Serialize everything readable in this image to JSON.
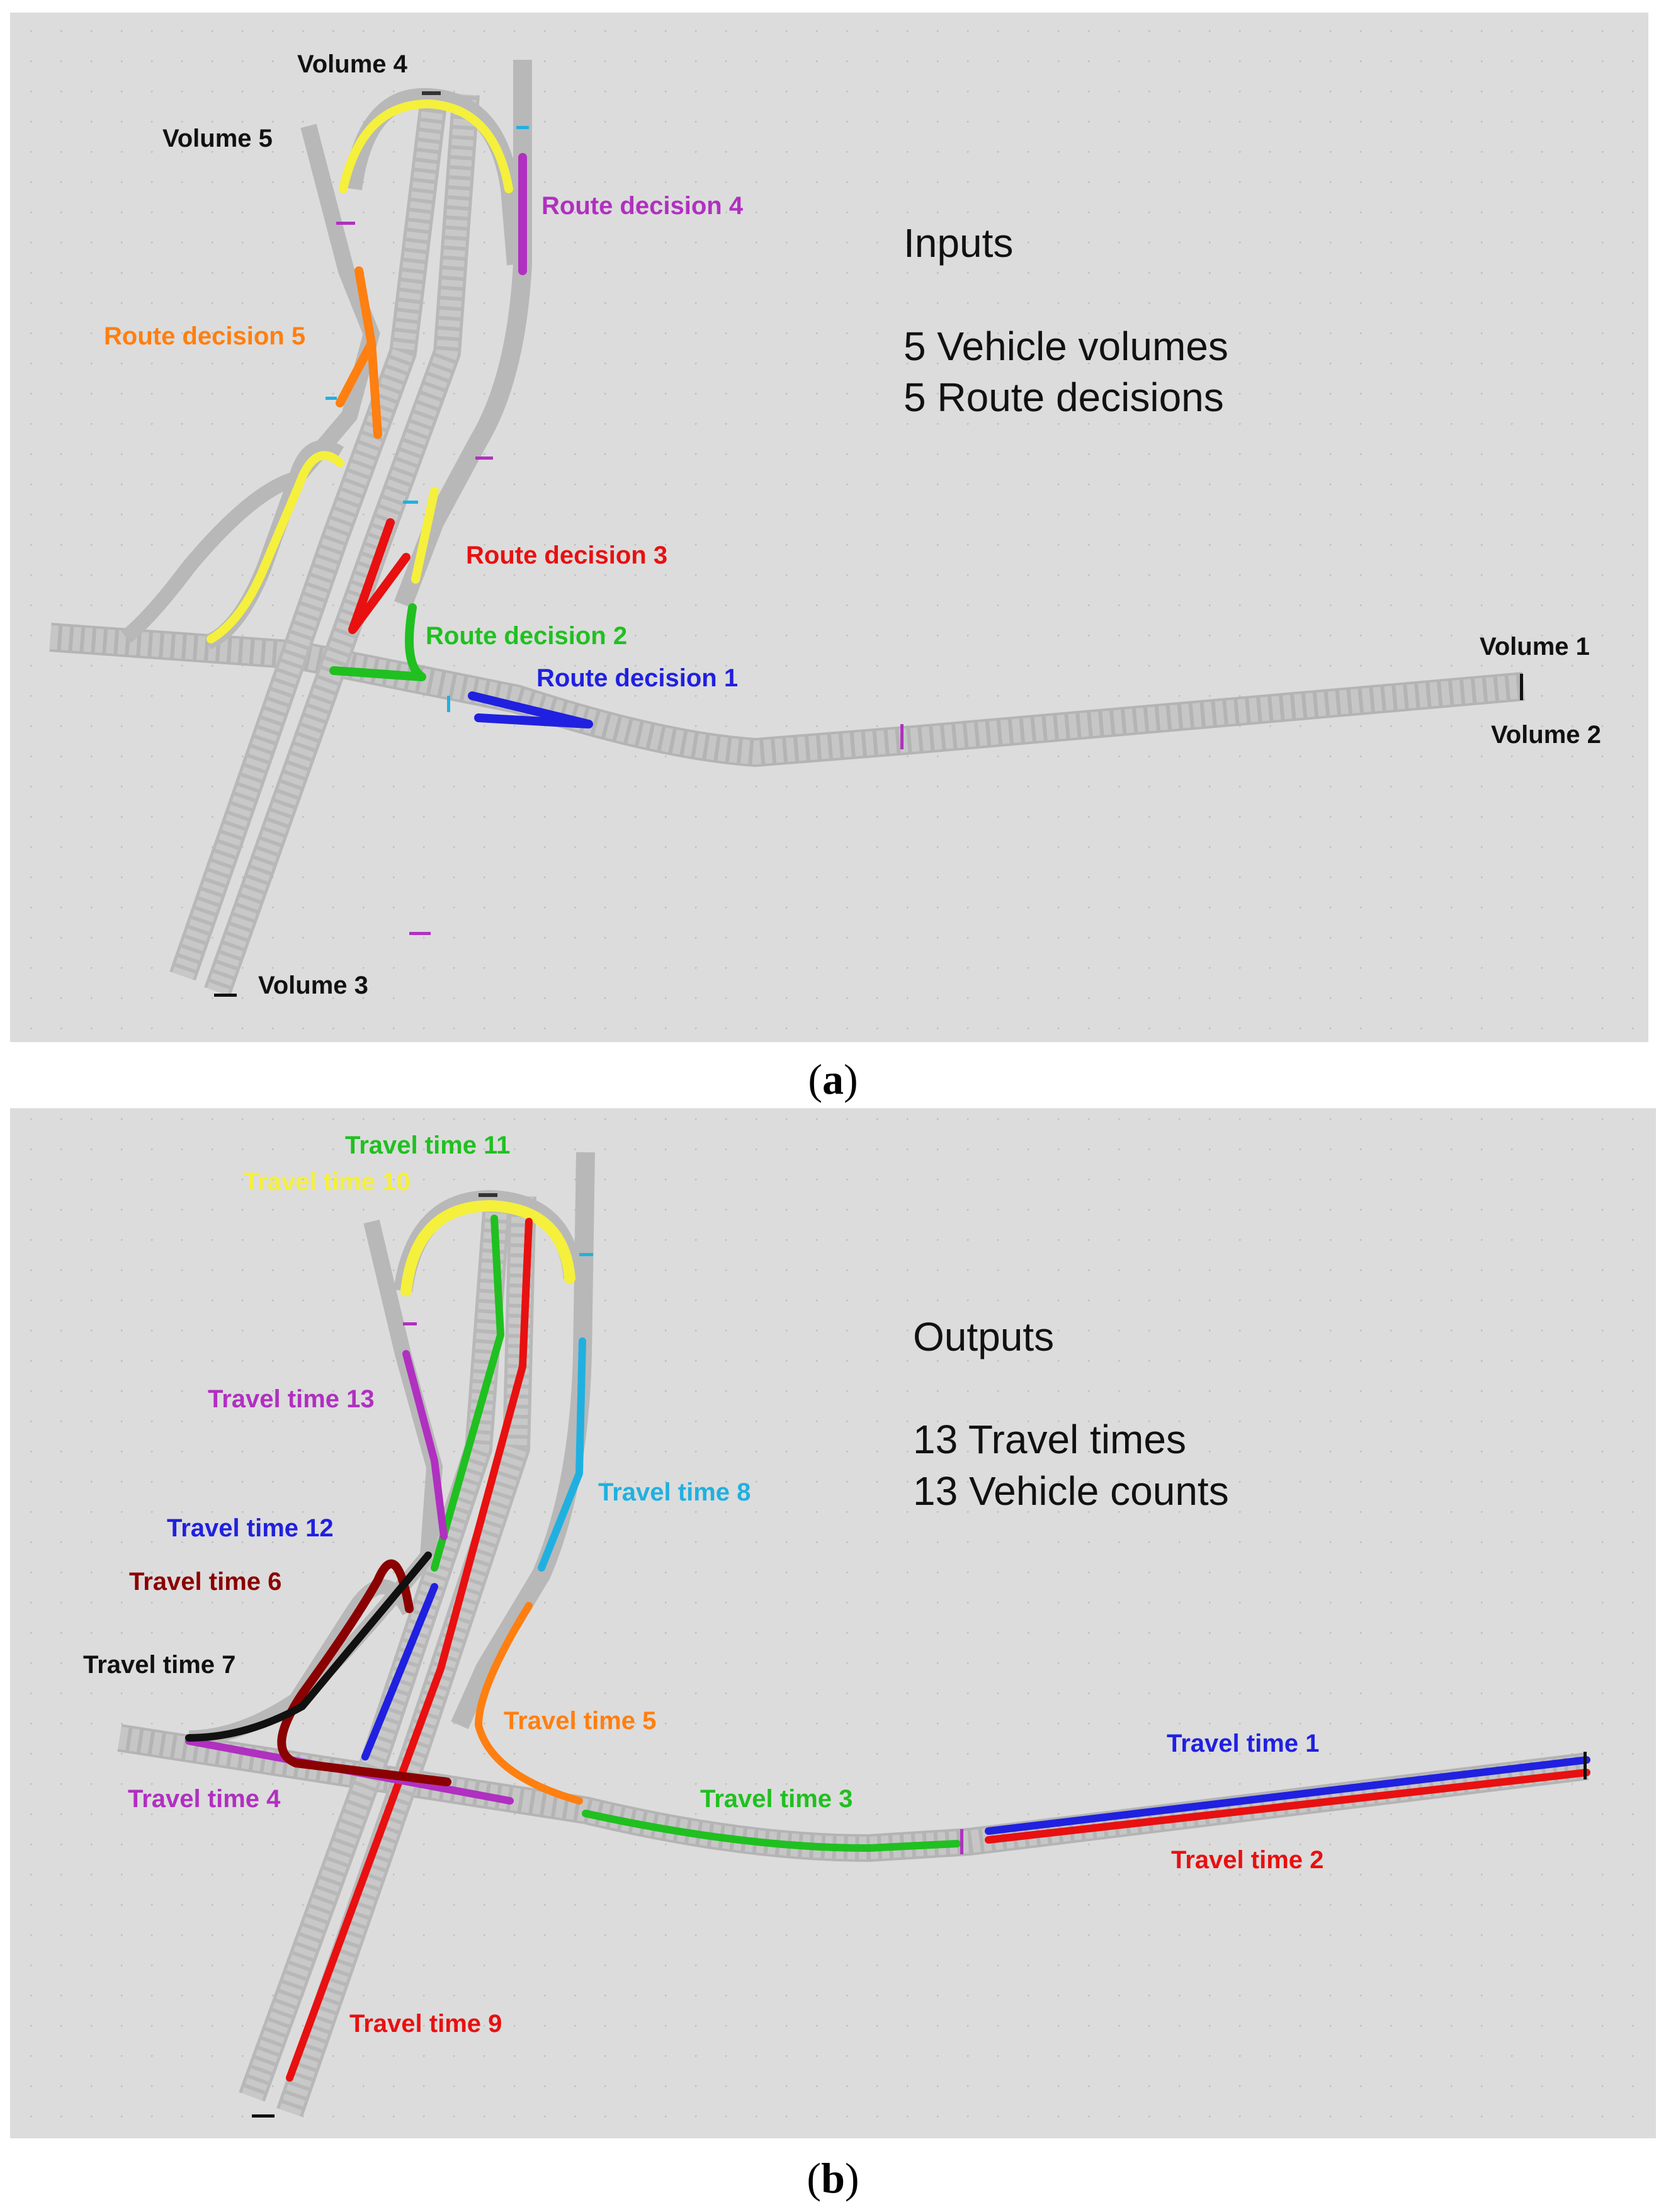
{
  "panel_a": {
    "caption_letter": "a",
    "heading": "Inputs",
    "summary_lines": [
      "5 Vehicle volumes",
      "5 Route decisions"
    ],
    "labels": {
      "volume_1": "Volume 1",
      "volume_2": "Volume 2",
      "volume_3": "Volume 3",
      "volume_4": "Volume 4",
      "volume_5": "Volume 5",
      "route_decision_1": "Route decision 1",
      "route_decision_2": "Route decision 2",
      "route_decision_3": "Route decision 3",
      "route_decision_4": "Route decision 4",
      "route_decision_5": "Route decision 5"
    }
  },
  "panel_b": {
    "caption_letter": "b",
    "heading": "Outputs",
    "summary_lines": [
      "13 Travel times",
      "13 Vehicle counts"
    ],
    "labels": {
      "travel_time_1": "Travel time 1",
      "travel_time_2": "Travel time 2",
      "travel_time_3": "Travel time 3",
      "travel_time_4": "Travel time 4",
      "travel_time_5": "Travel time 5",
      "travel_time_6": "Travel time 6",
      "travel_time_7": "Travel time 7",
      "travel_time_8": "Travel time 8",
      "travel_time_9": "Travel time 9",
      "travel_time_10": "Travel time 10",
      "travel_time_11": "Travel time 11",
      "travel_time_12": "Travel time 12",
      "travel_time_13": "Travel time 13"
    }
  },
  "colors": {
    "background": "#dcdcdc",
    "road": "#c0c0c0",
    "yellow": "#f5f03c",
    "orange": "#ff7f10",
    "red": "#e81010",
    "green": "#20c020",
    "blue": "#2020e0",
    "magenta": "#b030c0",
    "cyan": "#20b0e0",
    "dark_red": "#8b0000",
    "black": "#111111"
  }
}
